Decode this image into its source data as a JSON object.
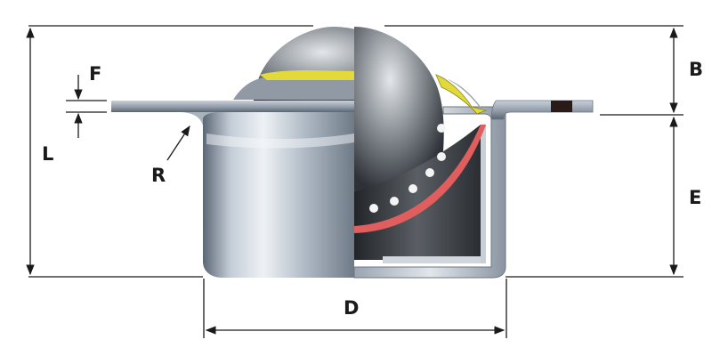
{
  "diagram": {
    "labels": {
      "L": "L",
      "F": "F",
      "R": "R",
      "B": "B",
      "E": "E",
      "D": "D"
    },
    "colors": {
      "dimension_line": "#1a1a1a",
      "housing_light": "#dfe5ec",
      "housing_mid": "#a8b3c0",
      "housing_dark": "#4d5866",
      "ball_light": "#d8dce0",
      "ball_dark": "#2e3238",
      "seal_yellow": "#e2da3a",
      "inner_race_red": "#e05e5e",
      "cup_interior": "#2f3337",
      "bearing_ball": "#f4f4f4"
    },
    "icons": [
      "ball-transfer-unit-cutaway",
      "dimension-arrows"
    ]
  }
}
